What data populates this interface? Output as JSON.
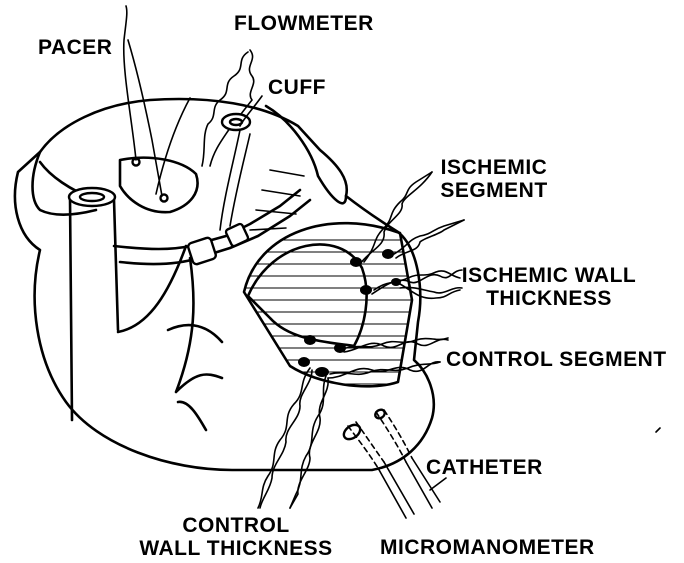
{
  "labels": {
    "pacer": "PACER",
    "flowmeter": "FLOWMETER",
    "cuff": "CUFF",
    "ischemic_segment_line1": "ISCHEMIC",
    "ischemic_segment_line2": "SEGMENT",
    "ischemic_wall_line1": "ISCHEMIC WALL",
    "ischemic_wall_line2": "THICKNESS",
    "control_segment": "CONTROL SEGMENT",
    "catheter": "CATHETER",
    "control_wall_line1": "CONTROL",
    "control_wall_line2": "WALL THICKNESS",
    "micromanometer": "MICROMANOMETER"
  }
}
